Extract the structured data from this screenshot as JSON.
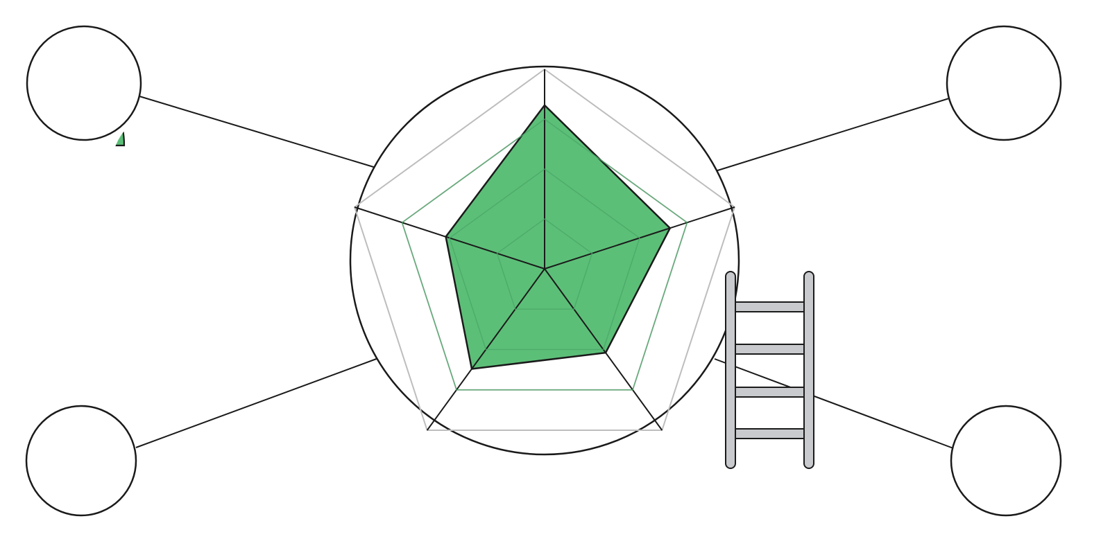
{
  "colors": {
    "outline": "#1a1a1a",
    "grid": "#bdbdbd",
    "fill_green": "#5cbf78",
    "fill_orange": "#f28a2e",
    "fill_blue": "#3aa0e0",
    "fill_gray_hair": "#5f6368",
    "fill_gray_face": "#c4c7cc",
    "ladder": "#c8cacd"
  },
  "icons": [
    "user-avatar-icon",
    "ladder-icon"
  ],
  "chart_data": {
    "type": "radar",
    "axes_count": 5,
    "levels": 4,
    "series": [
      {
        "values": [
          0.82,
          0.66,
          0.52,
          0.62,
          0.52
        ]
      }
    ]
  },
  "people": [
    {
      "id": "top-left",
      "gender": "male",
      "hair": "#5f6368",
      "skin": "#ffffff",
      "shirt": "#5cbf78"
    },
    {
      "id": "top-right",
      "gender": "female",
      "hair": "#f28a2e",
      "skin": "#ffffff",
      "shirt": "#5cbf78"
    },
    {
      "id": "bottom-left",
      "gender": "female",
      "hair": "#f28a2e",
      "skin": "#ffffff",
      "shirt": "#3aa0e0"
    },
    {
      "id": "bottom-right",
      "gender": "male",
      "hair": "#5f6368",
      "skin": "#c4c7cc",
      "shirt": "#3aa0e0"
    }
  ]
}
